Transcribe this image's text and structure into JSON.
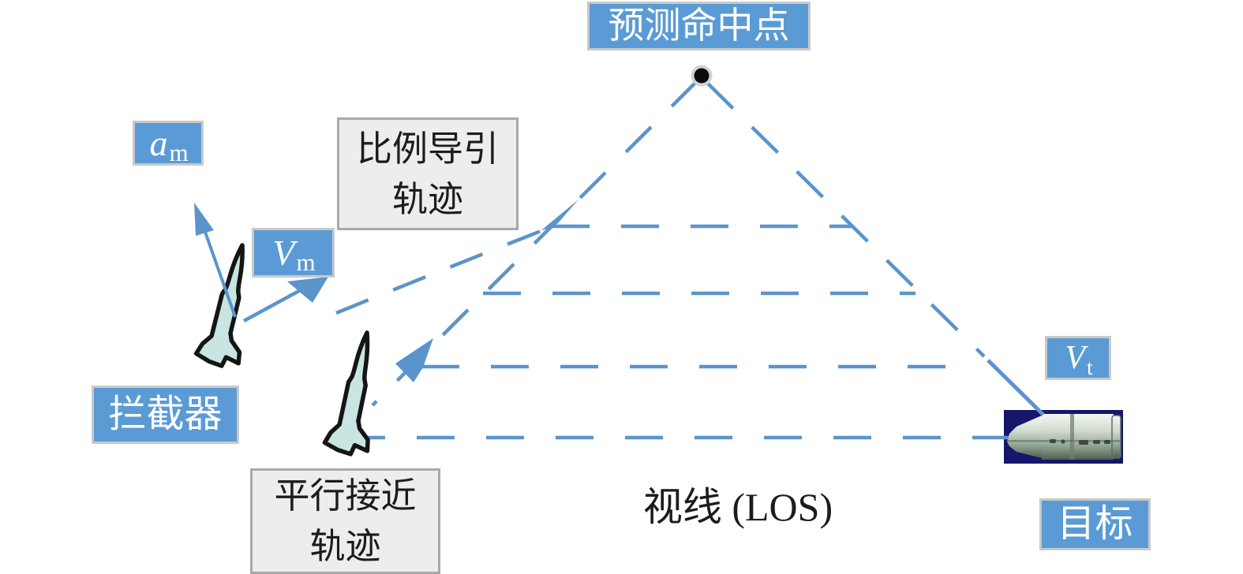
{
  "labels": {
    "predicted_hit_point": "预测命中点",
    "pn_trajectory": {
      "line1": "比例导引",
      "line2": "轨迹"
    },
    "parallel_trajectory": {
      "line1": "平行接近",
      "line2": "轨迹"
    },
    "interceptor": "拦截器",
    "target": "目标",
    "los": "视线 (LOS)",
    "accel_vector": {
      "base": "a",
      "sub": "m"
    },
    "missile_velocity": {
      "base": "V",
      "sub": "m"
    },
    "target_velocity": {
      "base": "V",
      "sub": "t"
    }
  },
  "colors": {
    "line_blue": "#5a94cc",
    "label_box_blue": "#5b9bd5",
    "label_box_gray": "#ededed",
    "missile_fill": "#c8e5e1",
    "missile_outline": "#151515",
    "target_image_background": "#16166b",
    "hit_point_dot": "#0b0b0b"
  }
}
